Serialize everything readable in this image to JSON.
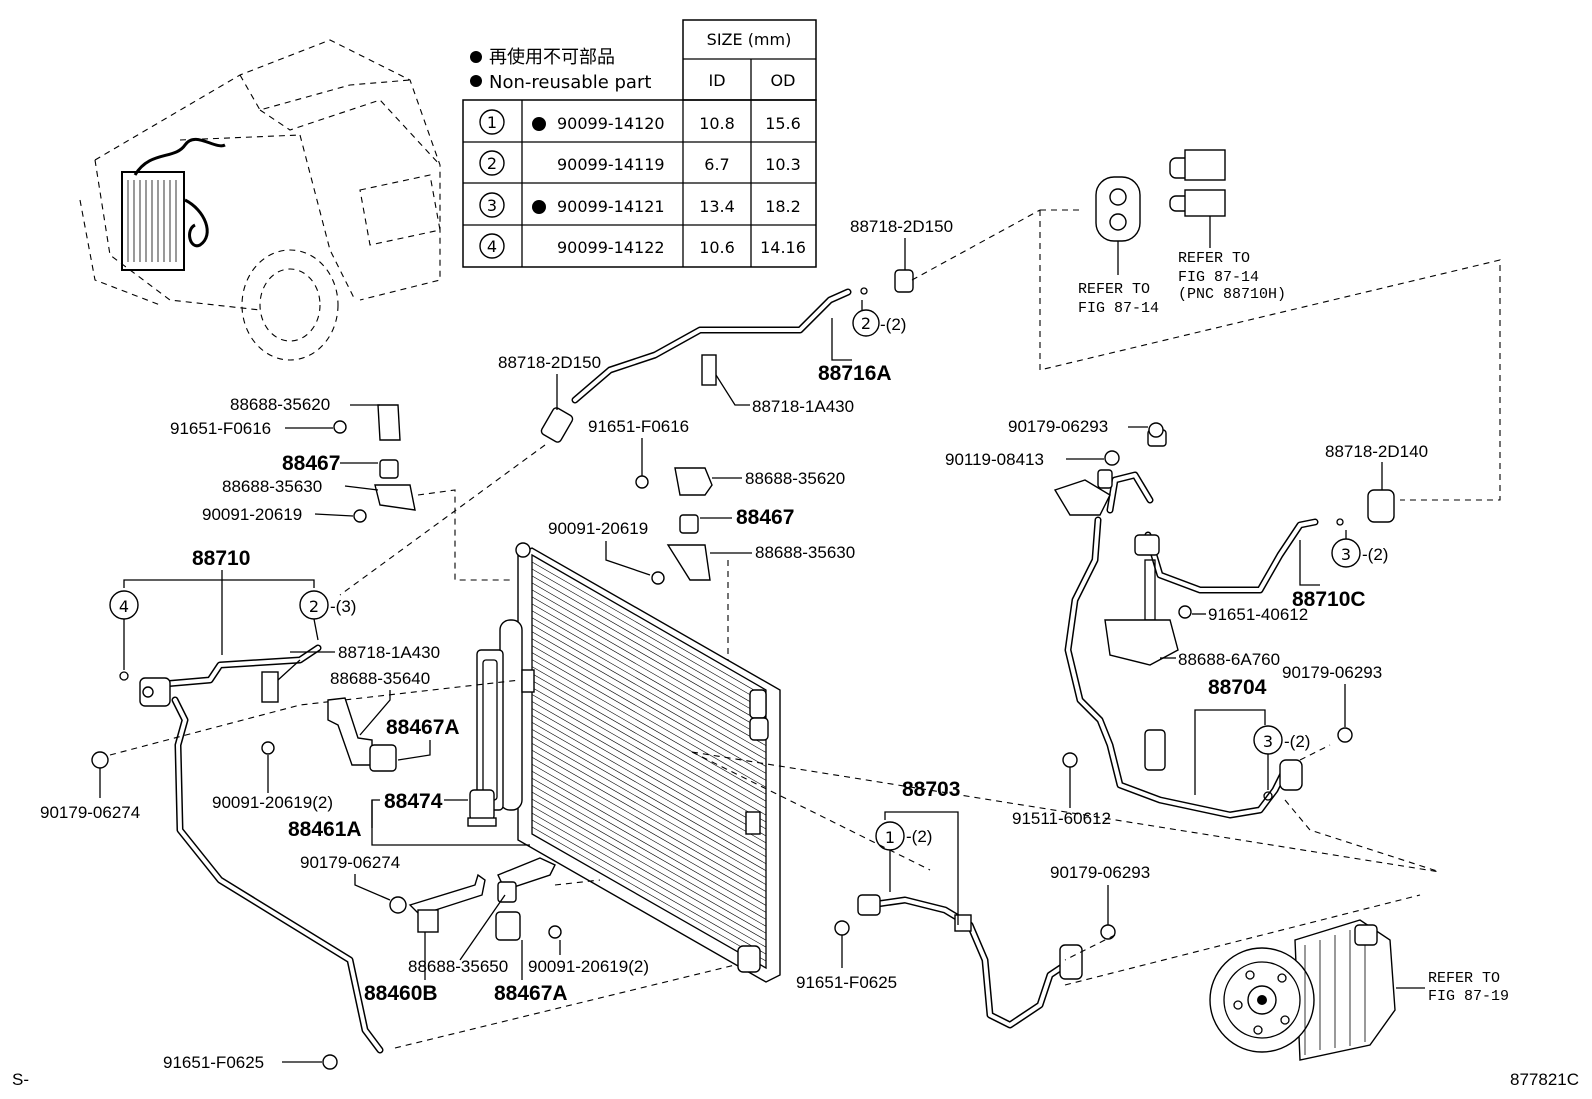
{
  "legend": {
    "jp_text": "再使用不可部品",
    "en_text": "Non-reusable part"
  },
  "size_table": {
    "header": "SIZE (mm)",
    "col_id": "ID",
    "col_od": "OD",
    "rows": [
      {
        "num": "1",
        "part": "90099-14120",
        "id": "10.8",
        "od": "15.6",
        "non_reusable": true
      },
      {
        "num": "2",
        "part": "90099-14119",
        "id": "6.7",
        "od": "10.3",
        "non_reusable": false
      },
      {
        "num": "3",
        "part": "90099-14121",
        "id": "13.4",
        "od": "18.2",
        "non_reusable": true
      },
      {
        "num": "4",
        "part": "90099-14122",
        "id": "10.6",
        "od": "14.16",
        "non_reusable": false
      }
    ]
  },
  "labels": {
    "p88718_2D150_a": "88718-2D150",
    "p88716A": "88716A",
    "c2_qty_a": "-(2)",
    "p88718_2D150_b": "88718-2D150",
    "p88718_1A430_a": "88718-1A430",
    "p88688_35620_a": "88688-35620",
    "p91651_F0616_a": "91651-F0616",
    "p88467_a": "88467",
    "p88688_35630_a": "88688-35630",
    "p90091_20619_a": "90091-20619",
    "p91651_F0616_b": "91651-F0616",
    "p88688_35620_b": "88688-35620",
    "p88467_b": "88467",
    "p90091_20619_b": "90091-20619",
    "p88688_35630_b": "88688-35630",
    "p88710": "88710",
    "c2_qty_b": "-(3)",
    "p88718_1A430_b": "88718-1A430",
    "p88688_35640": "88688-35640",
    "p88467A_a": "88467A",
    "p90091_20619_2a": "90091-20619(2)",
    "p88474": "88474",
    "p88461A": "88461A",
    "p90179_06274_a": "90179-06274",
    "p90179_06274_b": "90179-06274",
    "p88688_35650": "88688-35650",
    "p90091_20619_2b": "90091-20619(2)",
    "p88460B": "88460B",
    "p88467A_b": "88467A",
    "p91651_F0625_a": "91651-F0625",
    "p88703": "88703",
    "c1_qty": "-(2)",
    "p91651_F0625_b": "91651-F0625",
    "p90179_06293_a": "90179-06293",
    "p90119_08413": "90119-08413",
    "p88718_2D140": "88718-2D140",
    "c3_qty_a": "-(2)",
    "p88710C": "88710C",
    "p91651_40612": "91651-40612",
    "p88688_6A760": "88688-6A760",
    "p90179_06293_b": "90179-06293",
    "p88704": "88704",
    "c3_qty_b": "-(2)",
    "p91511_60612": "91511-60612",
    "p90179_06293_c": "90179-06293",
    "refer_a_1": "REFER TO",
    "refer_a_2": "FIG 87-14",
    "refer_b_1": "REFER TO",
    "refer_b_2": "FIG 87-14",
    "refer_b_3": "(PNC 88710H)",
    "refer_c_1": "REFER TO",
    "refer_c_2": "FIG 87-19",
    "circle_1": "1",
    "circle_2": "2",
    "circle_3": "3",
    "circle_4": "4"
  },
  "footer": {
    "left_mark": "S-",
    "figure_code": "877821C"
  }
}
